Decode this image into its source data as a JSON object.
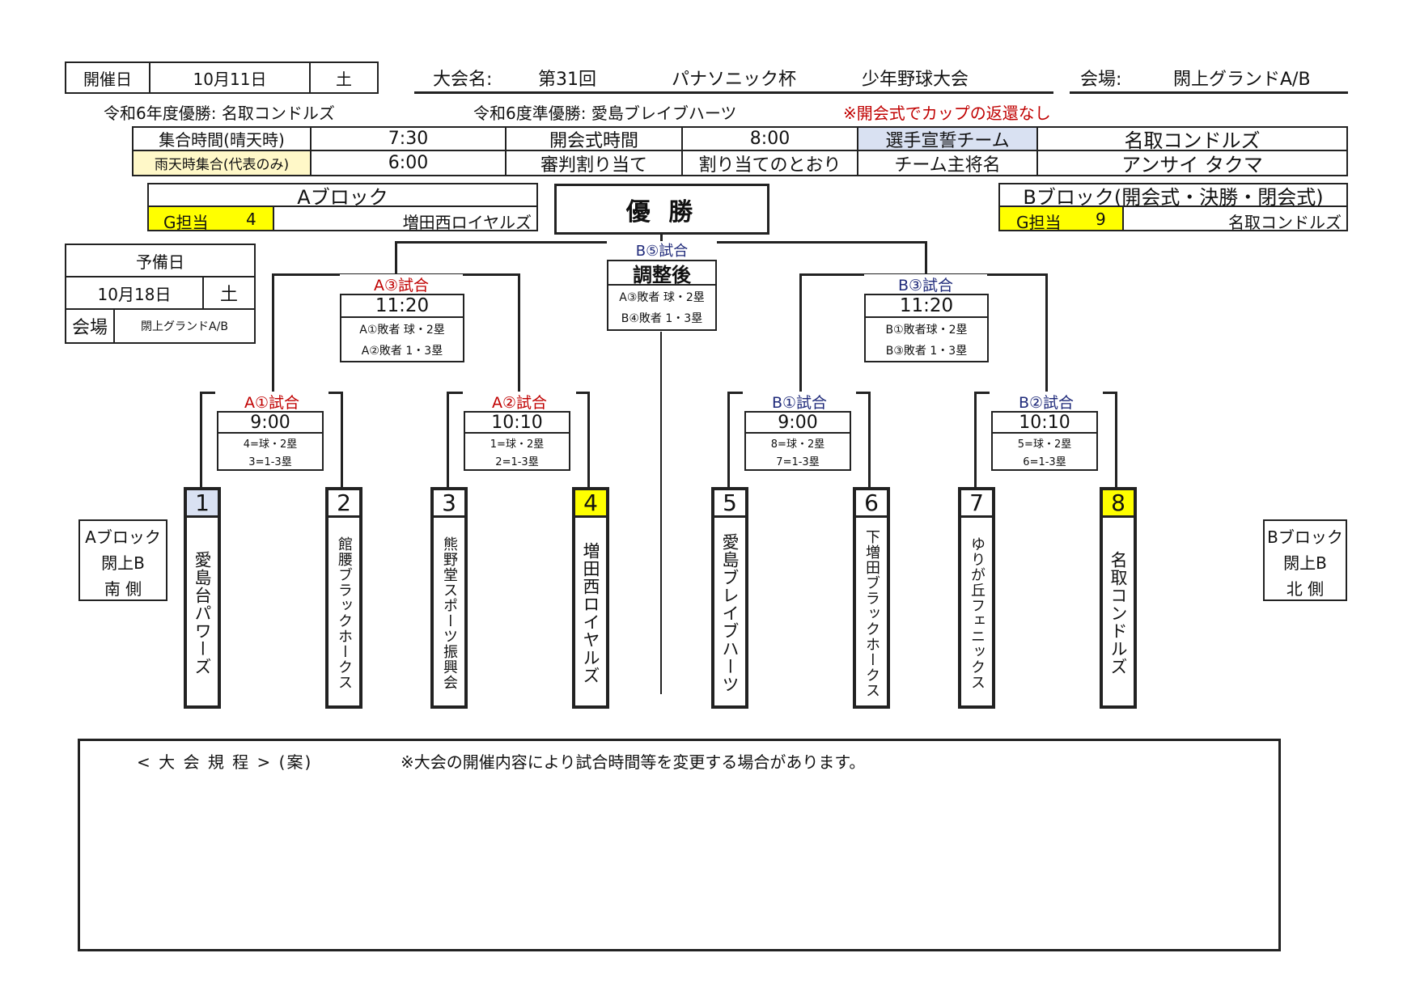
{
  "header": {
    "date_label": "開催日",
    "date_value": "10月11日",
    "weekday": "土",
    "tournament_label": "大会名:",
    "tournament_round": "第31回",
    "tournament_sponsor": "パナソニック杯",
    "tournament_name": "少年野球大会",
    "venue_label": "会場:",
    "venue_value": "閖上グランドA/B",
    "prev_winner": "令和6年度優勝: 名取コンドルズ",
    "prev_runnerup": "令和6度準優勝: 愛島ブレイブハーツ",
    "notice": "※開会式でカップの返還なし"
  },
  "schedule": {
    "assemble_label": "集合時間(晴天時)",
    "assemble_time": "7:30",
    "ceremony_label": "開会式時間",
    "ceremony_time": "8:00",
    "oath_label": "選手宣誓チーム",
    "oath_team": "名取コンドルズ",
    "rain_label": "雨天時集合(代表のみ)",
    "rain_time": "6:00",
    "umpire_label": "審判割り当て",
    "umpire_value": "割り当てのとおり",
    "captain_label": "チーム主将名",
    "captain_name": "アンサイ タクマ"
  },
  "block_a": {
    "title": "Aブロック",
    "g_label": "G担当",
    "g_num": "4",
    "g_team": "増田西ロイヤルズ",
    "side_line1": "Aブロック",
    "side_line2": "閖上B",
    "side_line3": "南 側"
  },
  "block_b": {
    "title": "Bブロック(開会式・決勝・閉会式)",
    "g_label": "G担当",
    "g_num": "9",
    "g_team": "名取コンドルズ",
    "side_line1": "Bブロック",
    "side_line2": "閖上B",
    "side_line3": "北 側"
  },
  "champion": "優 勝",
  "reserve": {
    "label": "予備日",
    "date": "10月18日",
    "weekday": "土",
    "venue_label": "会場",
    "venue": "閖上グランドA/B"
  },
  "matches": {
    "final": {
      "title": "B⑤試合",
      "time": "調整後",
      "l1": "A③敗者 球・2塁",
      "l2": "B④敗者 1・3塁"
    },
    "a3": {
      "title": "A③試合",
      "time": "11:20",
      "l1": "A①敗者 球・2塁",
      "l2": "A②敗者 1・3塁"
    },
    "b3": {
      "title": "B③試合",
      "time": "11:20",
      "l1": "B①敗者球・2塁",
      "l2": "B③敗者 1・3塁"
    },
    "a1": {
      "title": "A①試合",
      "time": "9:00",
      "l1": "4=球・2塁",
      "l2": "3=1-3塁"
    },
    "a2": {
      "title": "A②試合",
      "time": "10:10",
      "l1": "1=球・2塁",
      "l2": "2=1-3塁"
    },
    "b1": {
      "title": "B①試合",
      "time": "9:00",
      "l1": "8=球・2塁",
      "l2": "7=1-3塁"
    },
    "b2": {
      "title": "B②試合",
      "time": "10:10",
      "l1": "5=球・2塁",
      "l2": "6=1-3塁"
    }
  },
  "teams": [
    {
      "num": "1",
      "name": "愛島台パワーズ"
    },
    {
      "num": "2",
      "name": "館腰ブラックホークス"
    },
    {
      "num": "3",
      "name": "熊野堂スポーツ振興会"
    },
    {
      "num": "4",
      "name": "増田西ロイヤルズ"
    },
    {
      "num": "5",
      "name": "愛島ブレイブハーツ"
    },
    {
      "num": "6",
      "name": "下増田ブラックホークス"
    },
    {
      "num": "7",
      "name": "ゆりが丘フェニックス"
    },
    {
      "num": "8",
      "name": "名取コンドルズ"
    }
  ],
  "rules": {
    "title": "< 大 会 規 程 > (案)",
    "note": "※大会の開催内容により試合時間等を変更する場合があります。"
  },
  "colors": {
    "title_red": "#c00000",
    "title_navy": "#1f2a7a",
    "highlight": "#ffff00",
    "lavender": "#d9e1f2"
  }
}
